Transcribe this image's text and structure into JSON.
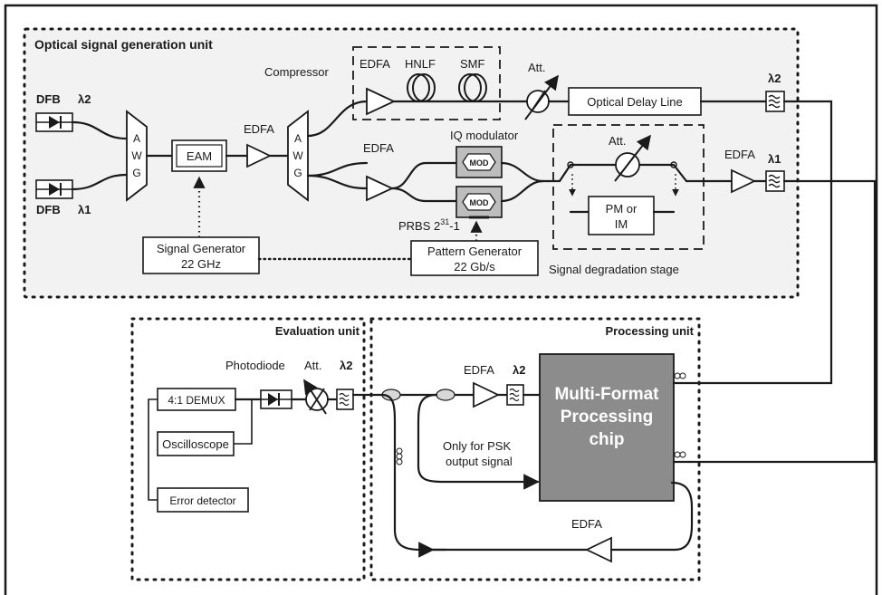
{
  "units": {
    "generation": "Optical signal generation unit",
    "evaluation": "Evaluation unit",
    "processing": "Processing unit"
  },
  "sources": {
    "dfb_top": "DFB",
    "dfb_bottom": "DFB",
    "lambda2": "λ2",
    "lambda1": "λ1"
  },
  "awg": [
    "A",
    "W",
    "G"
  ],
  "blocks": {
    "eam": "EAM",
    "edfa": "EDFA",
    "compressor": "Compressor",
    "hnlf": "HNLF",
    "smf": "SMF",
    "att": "Att.",
    "delay_line": "Optical Delay Line",
    "iq_modulator": "IQ modulator",
    "mod": "MOD",
    "prbs_prefix": "PRBS 2",
    "prbs_exp": "31",
    "prbs_suffix": "-1",
    "pm_im_1": "PM or",
    "pm_im_2": "IM",
    "degradation": "Signal degradation stage",
    "signal_gen_1": "Signal Generator",
    "signal_gen_2": "22 GHz",
    "pattern_gen_1": "Pattern Generator",
    "pattern_gen_2": "22 Gb/s",
    "filter_l2": "λ2",
    "filter_l1": "λ1"
  },
  "evaluation": {
    "photodiode": "Photodiode",
    "att": "Att.",
    "lambda2": "λ2",
    "demux": "4:1 DEMUX",
    "oscilloscope": "Oscilloscope",
    "error_detector": "Error detector"
  },
  "processing": {
    "edfa_in": "EDFA",
    "lambda2": "λ2",
    "chip_1": "Multi-Format",
    "chip_2": "Processing",
    "chip_3": "chip",
    "psk_1": "Only for PSK",
    "psk_2": "output signal",
    "edfa_loop": "EDFA"
  },
  "colors": {
    "chip_fill": "#8c8c8c",
    "panel_fill": "#f2f2f2",
    "line": "#1a1a1a"
  }
}
